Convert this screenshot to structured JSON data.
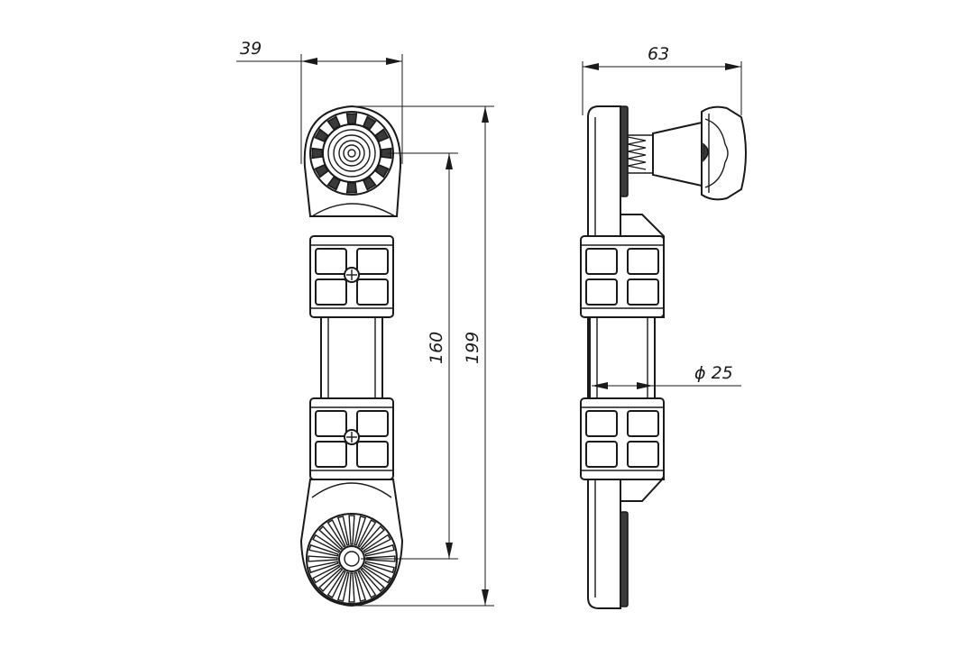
{
  "dimensions": {
    "width_label": "39",
    "side_width_label": "63",
    "hole_spacing_label": "160",
    "total_length_label": "199",
    "diameter_label": "ϕ 25"
  },
  "colors": {
    "line": "#1a1a1a",
    "fill": "#ffffff",
    "shade": "#3a3a3a"
  }
}
